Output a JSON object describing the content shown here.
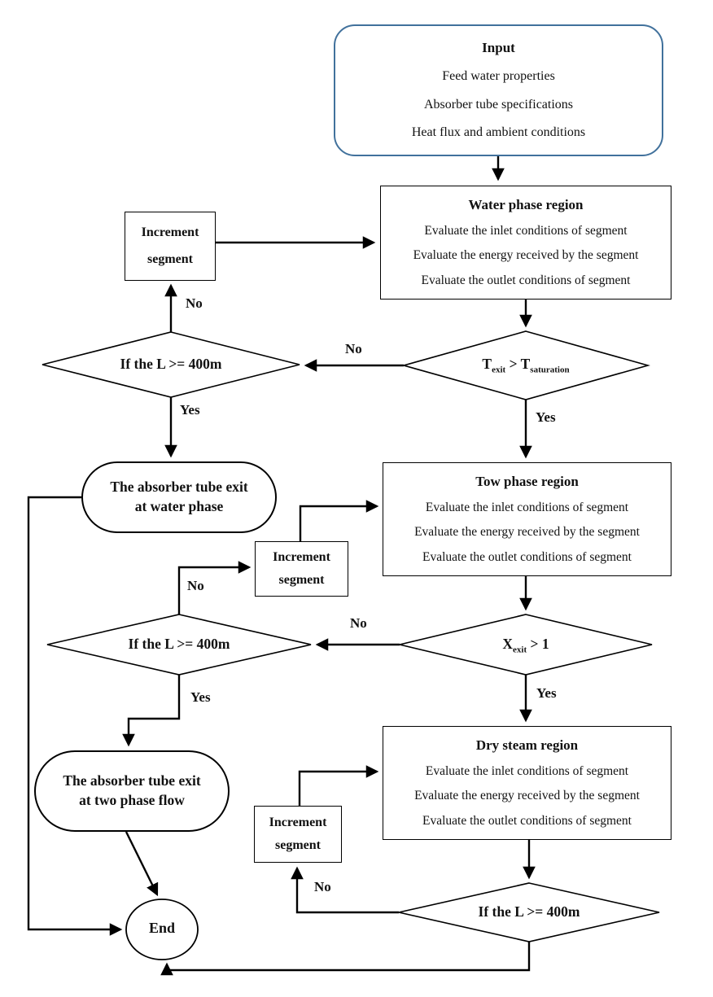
{
  "nodes": {
    "input": {
      "title": "Input",
      "lines": [
        "Feed water properties",
        "Absorber tube specifications",
        "Heat flux and ambient conditions"
      ]
    },
    "water_phase": {
      "title": "Water phase region",
      "lines": [
        "Evaluate the inlet conditions of segment",
        "Evaluate the energy received by the segment",
        "Evaluate the outlet conditions of segment"
      ]
    },
    "two_phase": {
      "title": "Tow phase region",
      "lines": [
        "Evaluate the inlet conditions of segment",
        "Evaluate the energy received by the segment",
        "Evaluate the outlet conditions of segment"
      ]
    },
    "dry_steam": {
      "title": "Dry steam region",
      "lines": [
        "Evaluate the inlet conditions of segment",
        "Evaluate the energy received by the segment",
        "Evaluate the outlet conditions of segment"
      ]
    },
    "increment": {
      "line1": "Increment",
      "line2": "segment"
    },
    "length_check": {
      "text": "If the L >= 400m"
    },
    "temp_check": {
      "t1": "T",
      "sub1": "exit",
      "mid": " > ",
      "t2": "T",
      "sub2": "saturation"
    },
    "quality_check": {
      "t1": "X",
      "sub1": "exit",
      "rest": " > 1"
    },
    "water_exit": {
      "line1": "The absorber tube exit",
      "line2": "at water phase"
    },
    "two_phase_exit": {
      "line1": "The absorber tube exit",
      "line2": "at two phase flow"
    },
    "end": {
      "text": "End"
    }
  },
  "edge_labels": {
    "yes": "Yes",
    "no": "No"
  },
  "colors": {
    "connector": "#000000",
    "box_border": "#000000",
    "input_border": "#41719c",
    "background": "#ffffff"
  }
}
